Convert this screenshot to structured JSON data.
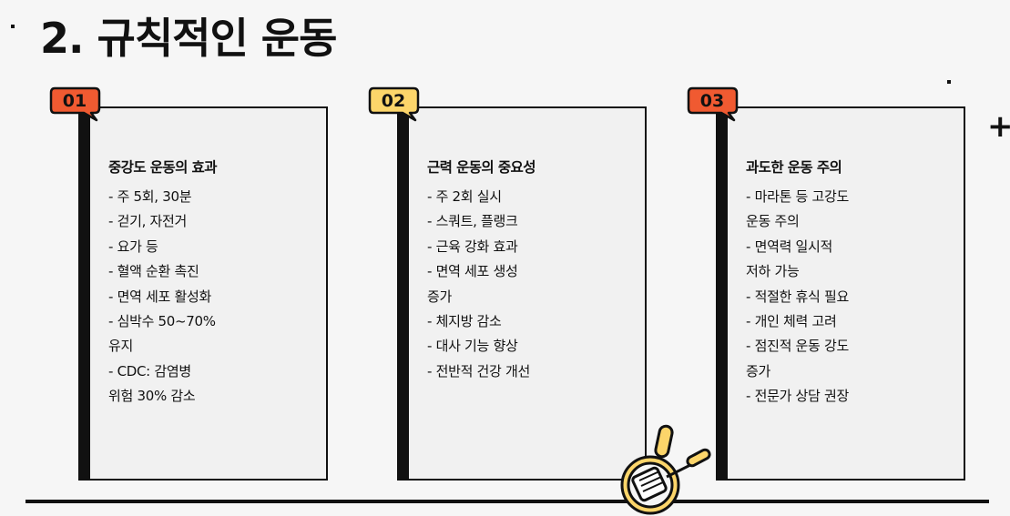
{
  "title": "2. 규칙적인 운동",
  "colors": {
    "badge_orange": "#f05a31",
    "badge_yellow": "#fcd56a",
    "card_bg": "#f1f1f1",
    "ink": "#111111"
  },
  "cards": [
    {
      "number": "01",
      "heading": "중강도 운동의 효과",
      "lines": [
        "- 주 5회, 30분",
        "- 걷기, 자전거",
        "- 요가 등",
        "- 혈액 순환 촉진",
        "- 면역 세포 활성화",
        "- 심박수 50~70%",
        "유지",
        "- CDC: 감염병",
        "위험 30% 감소"
      ]
    },
    {
      "number": "02",
      "heading": "근력 운동의 중요성",
      "lines": [
        "- 주 2회 실시",
        "- 스쿼트, 플랭크",
        "- 근육 강화 효과",
        "- 면역 세포 생성",
        "증가",
        "- 체지방 감소",
        "- 대사 기능 향상",
        "- 전반적 건강 개선"
      ]
    },
    {
      "number": "03",
      "heading": "과도한 운동 주의",
      "lines": [
        "- 마라톤 등 고강도",
        "운동 주의",
        "- 면역력 일시적",
        "저하 가능",
        "- 적절한 휴식 필요",
        "- 개인 체력 고려",
        "- 점진적 운동 강도",
        "증가",
        "- 전문가 상담 권장"
      ]
    }
  ],
  "decor": {
    "pan_icon": "frying-pan-spatula-icon",
    "plus_icon": "plus-icon"
  }
}
